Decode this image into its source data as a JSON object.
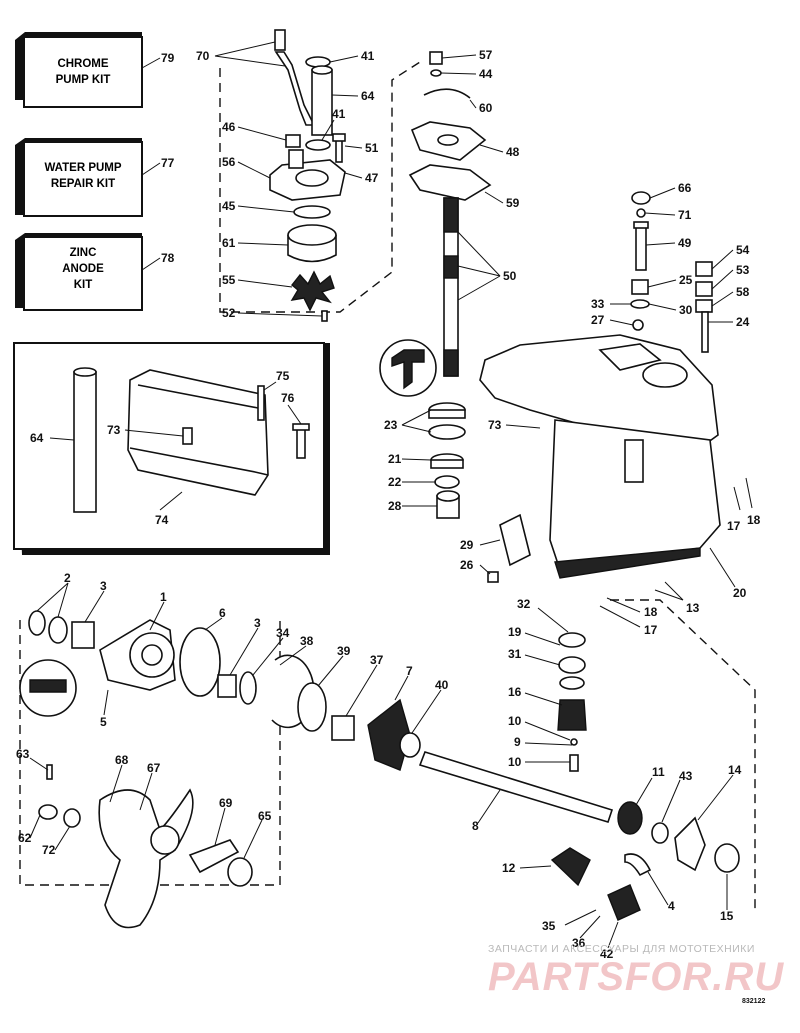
{
  "kits": [
    {
      "line1": "CHROME",
      "line2": "PUMP KIT",
      "line3": "",
      "number": "79"
    },
    {
      "line1": "WATER PUMP",
      "line2": "REPAIR KIT",
      "line3": "",
      "number": "77"
    },
    {
      "line1": "ZINC",
      "line2": "ANODE",
      "line3": "KIT",
      "number": "78"
    }
  ],
  "callouts": {
    "c70": "70",
    "c41a": "41",
    "c64a": "64",
    "c41b": "41",
    "c46": "46",
    "c51": "51",
    "c56": "56",
    "c47": "47",
    "c45": "45",
    "c61": "61",
    "c55": "55",
    "c52": "52",
    "c57": "57",
    "c44": "44",
    "c60": "60",
    "c48": "48",
    "c59": "59",
    "c50": "50",
    "c66": "66",
    "c71": "71",
    "c49": "49",
    "c54": "54",
    "c53": "53",
    "c25": "25",
    "c58": "58",
    "c33": "33",
    "c30": "30",
    "c27": "27",
    "c24": "24",
    "c75": "75",
    "c76": "76",
    "c64b": "64",
    "c73a": "73",
    "c74": "74",
    "c23": "23",
    "c73b": "73",
    "c21": "21",
    "c22": "22",
    "c28": "28",
    "c17a": "17",
    "c18a": "18",
    "c29": "29",
    "c26": "26",
    "c20": "20",
    "c13": "13",
    "c18b": "18",
    "c17b": "17",
    "c2": "2",
    "c3a": "3",
    "c1": "1",
    "c6": "6",
    "c3b": "3",
    "c34": "34",
    "c38": "38",
    "c39": "39",
    "c37": "37",
    "c7": "7",
    "c40": "40",
    "c5": "5",
    "c32": "32",
    "c19": "19",
    "c31": "31",
    "c16": "16",
    "c10a": "10",
    "c9": "9",
    "c10b": "10",
    "c11": "11",
    "c43": "43",
    "c14": "14",
    "c8": "8",
    "c63": "63",
    "c68": "68",
    "c67": "67",
    "c69": "69",
    "c65": "65",
    "c62": "62",
    "c72": "72",
    "c12": "12",
    "c4": "4",
    "c15": "15",
    "c35": "35",
    "c36": "36",
    "c42": "42"
  },
  "watermark": {
    "tagline": "ЗАПЧАСТИ И АКСЕССУАРЫ ДЛЯ МОТОТЕХНИКИ",
    "logo": "PARTSFOR.RU"
  },
  "drawing_code": "832122"
}
